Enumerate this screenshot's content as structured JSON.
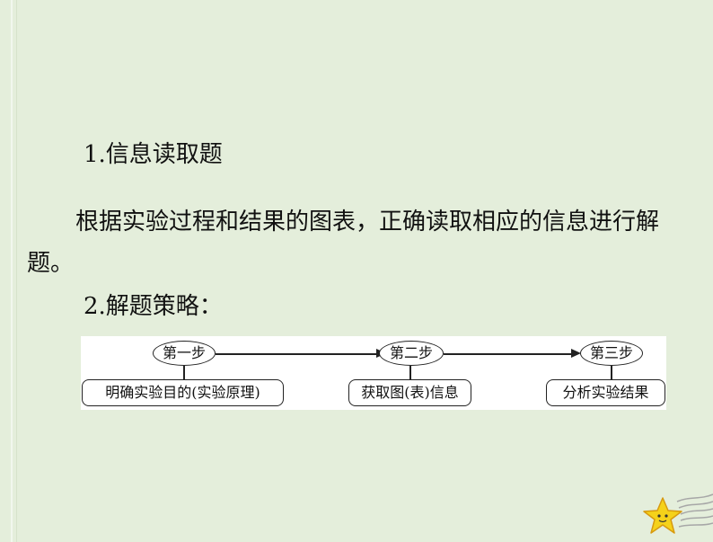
{
  "section1": {
    "heading": "1.信息读取题"
  },
  "paragraph": {
    "text": "根据实验过程和结果的图表，正确读取相应的信息进行解题。"
  },
  "section2": {
    "heading": "2.解题策略："
  },
  "flow": {
    "steps": [
      {
        "label": "第一步",
        "detail": "明确实验目的(实验原理)"
      },
      {
        "label": "第二步",
        "detail": "获取图(表)信息"
      },
      {
        "label": "第三步",
        "detail": "分析实验结果"
      }
    ]
  },
  "colors": {
    "background": "#e4eedb",
    "star": "#f5d21a"
  },
  "decoration": {
    "icon": "star-icon"
  }
}
